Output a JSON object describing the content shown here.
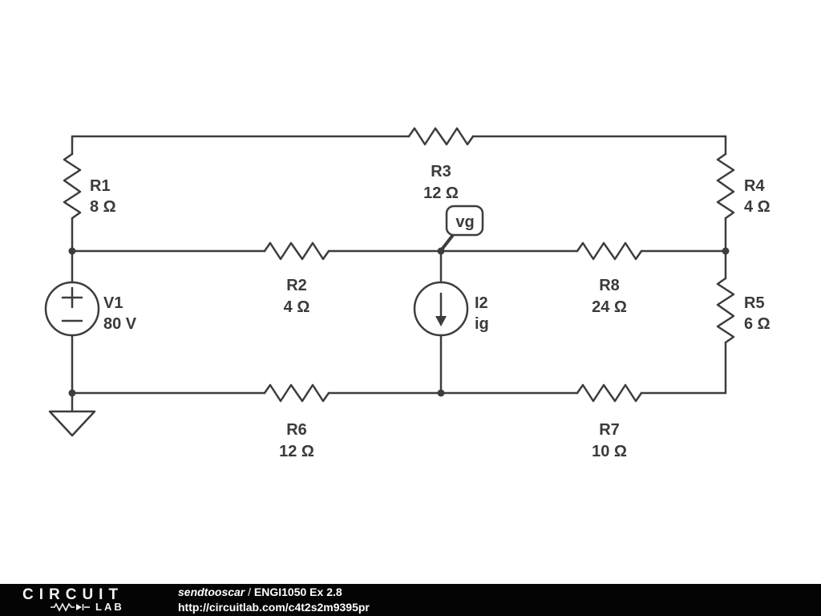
{
  "circuit": {
    "components": {
      "R1": {
        "name": "R1",
        "value": "8 Ω"
      },
      "R2": {
        "name": "R2",
        "value": "4 Ω"
      },
      "R3": {
        "name": "R3",
        "value": "12 Ω"
      },
      "R4": {
        "name": "R4",
        "value": "4 Ω"
      },
      "R5": {
        "name": "R5",
        "value": "6 Ω"
      },
      "R6": {
        "name": "R6",
        "value": "12 Ω"
      },
      "R7": {
        "name": "R7",
        "value": "10 Ω"
      },
      "R8": {
        "name": "R8",
        "value": "24 Ω"
      },
      "V1": {
        "name": "V1",
        "value": "80 V"
      },
      "I2": {
        "name": "I2",
        "value": "ig"
      }
    },
    "probe_label": "vg",
    "colors": {
      "line": "#3d3d3d",
      "background": "#ffffff",
      "footer_background": "#040404",
      "footer_text": "#ffffff"
    }
  },
  "footer": {
    "logo_line1": "CIRCUIT",
    "logo_line2": "LAB",
    "attribution_user": "sendtooscar",
    "attribution_separator": " / ",
    "attribution_title": "ENGI1050 Ex 2.8",
    "url": "http://circuitlab.com/c4t2s2m9395pr"
  }
}
